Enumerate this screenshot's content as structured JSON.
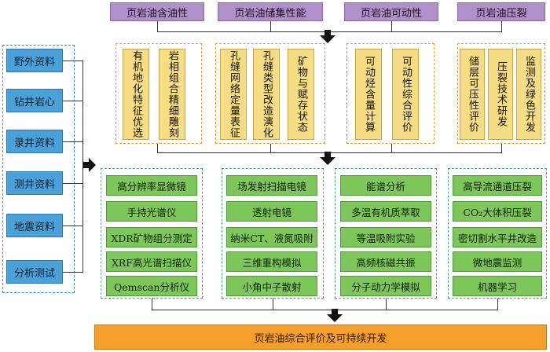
{
  "top_categories": [
    "页岩油含油性",
    "页岩油储集性能",
    "页岩油可动性",
    "页岩油压裂"
  ],
  "research_topics": [
    [
      "有机地化特征优选",
      "岩相组合精细雕刻"
    ],
    [
      "孔缝网络定量表征",
      "孔缝类型改造演化",
      "矿物与赋存状态"
    ],
    [
      "可动烃含量计算",
      "可动性综合评价"
    ],
    [
      "储层可压性评价",
      "压裂技术研发",
      "监测及绿色开发"
    ]
  ],
  "data_sources": [
    "野外资料",
    "钻井岩心",
    "录井资料",
    "测井资料",
    "地震资料",
    "分析测试"
  ],
  "techniques": [
    [
      "高分辨率显微镜",
      "手持光谱仪",
      "XDR矿物组分测定",
      "XRF高光谱扫描仪",
      "Qemscan分析仪"
    ],
    [
      "场发射扫描电镜",
      "透射电镜",
      "纳米CT、液氮吸附",
      "三维重构模拟",
      "小角中子散射"
    ],
    [
      "能谱分析",
      "多温有机质萃取",
      "等温吸附实验",
      "高频核磁共振",
      "分子动力学模拟"
    ],
    [
      "高导流通道压裂",
      "CO₂大体积压裂",
      "密切割水平井改造",
      "微地震监测",
      "机器学习"
    ]
  ],
  "bottom_goal": "页岩油综合评价及可持续开发",
  "colors": {
    "top": "#b090c8",
    "research": "#f6dc82",
    "data_source": "#4aa0d8",
    "technique": "#7cc65a",
    "goal": "#f5a02a"
  }
}
